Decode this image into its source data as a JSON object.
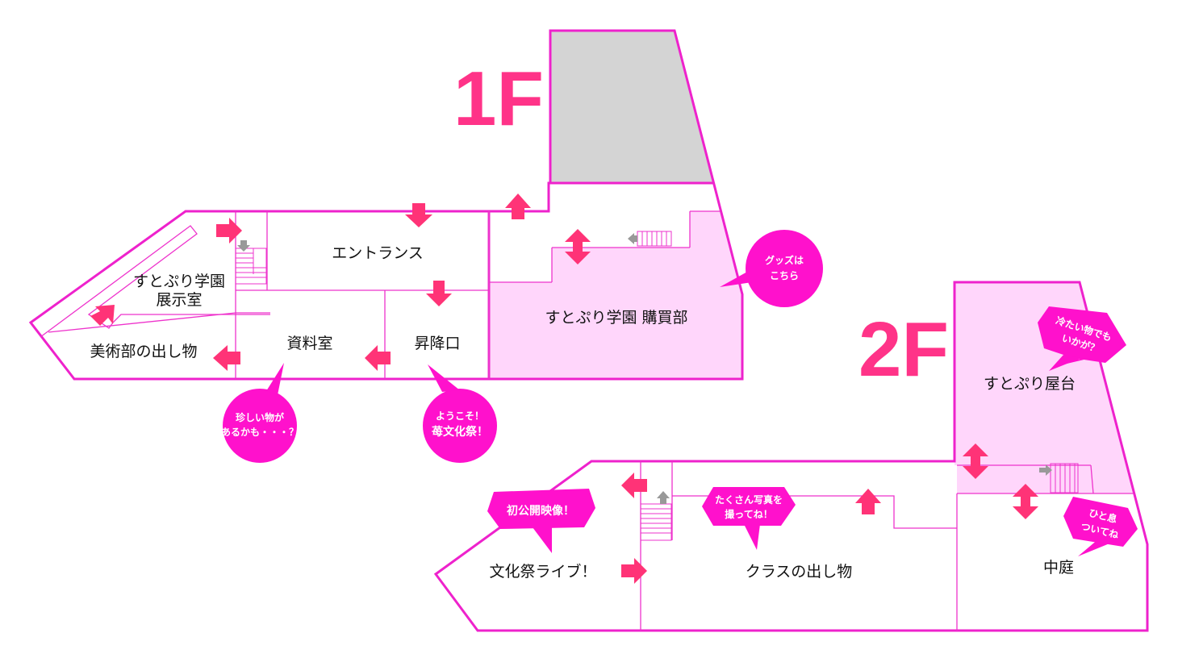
{
  "colors": {
    "wall": "#ee22cc",
    "shop_fill": "#ffd6fb",
    "closed_fill": "#d4d4d4",
    "arrow": "#ff3377",
    "bubble": "#ff11cc",
    "floor_label": "#ff3388"
  },
  "floor1": {
    "label": "1F",
    "rooms": {
      "exhibit_l1": "すとぷり学園",
      "exhibit_l2": "展示室",
      "art": "美術部の出し物",
      "entrance": "エントランス",
      "archive": "資料室",
      "hatch": "昇降口",
      "shop": "すとぷり学園 購買部"
    },
    "bubbles": {
      "rare_l1": "珍しい物が",
      "rare_l2": "あるかも・・・？",
      "welcome_l1": "ようこそ！",
      "welcome_l2": "苺文化祭！",
      "goods_l1": "グッズは",
      "goods_l2": "こちら"
    }
  },
  "floor2": {
    "label": "2F",
    "rooms": {
      "stall": "すとぷり屋台",
      "live": "文化祭ライブ！",
      "class": "クラスの出し物",
      "courtyard": "中庭"
    },
    "bubbles": {
      "cold_l1": "冷たい物でも",
      "cold_l2": "いかが？",
      "video": "初公開映像！",
      "photo_l1": "たくさん写真を",
      "photo_l2": "撮ってね！",
      "rest_l1": "ひと息",
      "rest_l2": "ついてね"
    }
  }
}
